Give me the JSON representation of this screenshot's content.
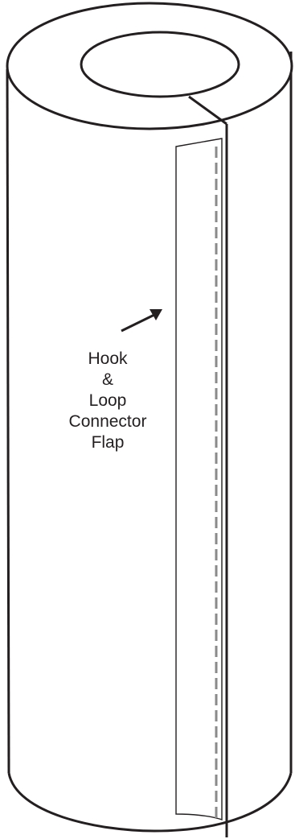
{
  "annotation": {
    "lines": [
      "Hook",
      "&",
      "Loop",
      "Connector",
      "Flap"
    ]
  },
  "colors": {
    "outline": "#231f20",
    "stitching": "#8a8a8a",
    "background": "#ffffff"
  }
}
